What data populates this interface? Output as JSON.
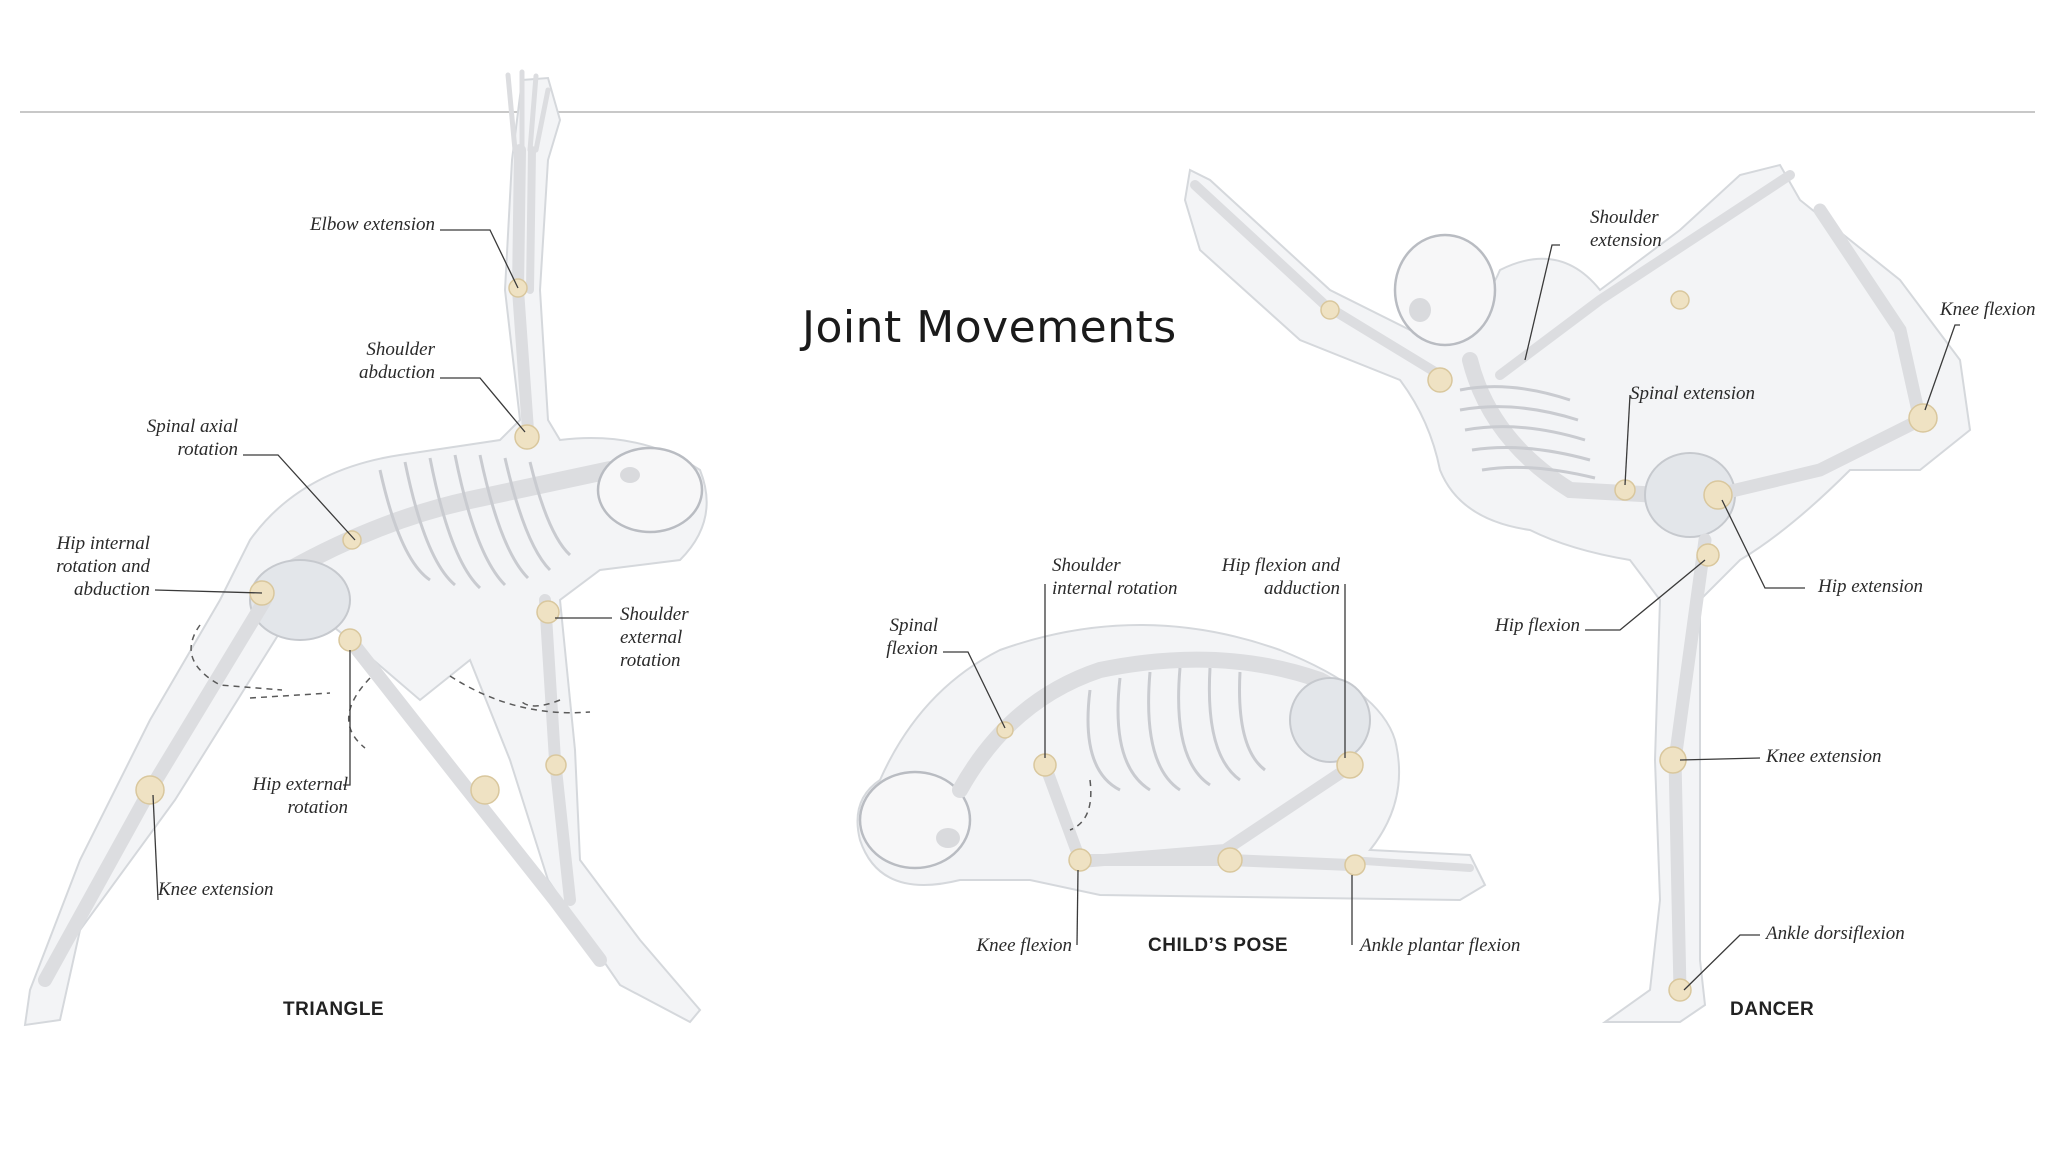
{
  "title": "Joint Movements",
  "poses": {
    "triangle": {
      "name": "TRIANGLE",
      "labels": {
        "elbow_extension": "Elbow extension",
        "shoulder_abduction": "Shoulder\nabduction",
        "spinal_axial_rotation": "Spinal axial\nrotation",
        "hip_internal_rotation": "Hip internal\nrotation and\nabduction",
        "shoulder_external_rotation": "Shoulder\nexternal\nrotation",
        "hip_external_rotation": "Hip external\nrotation",
        "knee_extension": "Knee extension"
      }
    },
    "childs_pose": {
      "name": "CHILD’S POSE",
      "labels": {
        "spinal_flexion": "Spinal\nflexion",
        "shoulder_internal_rotation": "Shoulder\ninternal rotation",
        "hip_flexion_adduction": "Hip flexion and\nadduction",
        "knee_flexion": "Knee flexion",
        "ankle_plantar_flexion": "Ankle plantar flexion"
      }
    },
    "dancer": {
      "name": "DANCER",
      "labels": {
        "shoulder_extension": "Shoulder\nextension",
        "knee_flexion": "Knee flexion",
        "spinal_extension": "Spinal extension",
        "hip_extension": "Hip extension",
        "hip_flexion": "Hip flexion",
        "knee_extension": "Knee extension",
        "ankle_dorsiflexion": "Ankle dorsiflexion"
      }
    }
  }
}
